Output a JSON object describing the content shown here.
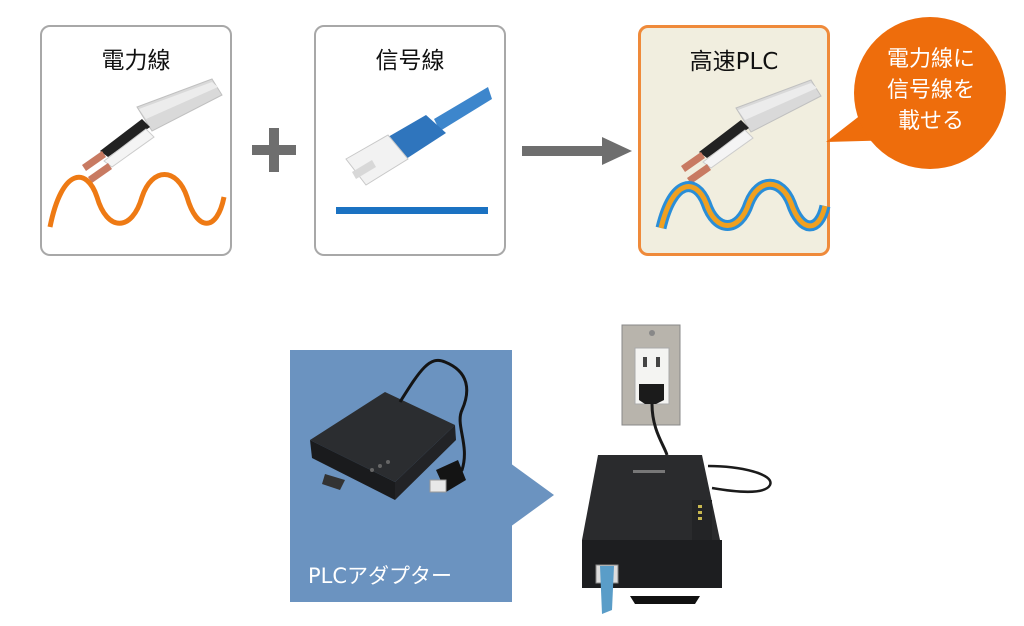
{
  "diagram": {
    "panels": [
      {
        "title": "電力線",
        "image": "power-cable",
        "wave": "sine",
        "wave_color": "#ee7a14"
      },
      {
        "title": "信号線",
        "image": "lan-cable",
        "wave": "flat-line",
        "wave_color": "#1b72c2"
      },
      {
        "title": "高速PLC",
        "image": "power-cable",
        "wave": "sine-dual",
        "wave_color": "#f0a020",
        "wave_outline_color": "#2a8ed8"
      }
    ],
    "operators": {
      "plus": "plus-icon",
      "arrow": "arrow-right-icon"
    },
    "callout": {
      "lines": [
        "電力線に",
        "信号線を",
        "載せる"
      ],
      "color": "#ee6d0c"
    },
    "adapter": {
      "label": "PLCアダプター",
      "box_color": "#6b93c0"
    },
    "colors": {
      "panel_border": "#a8a8a8",
      "highlight_border": "#ef8a3a",
      "highlight_fill": "#f1eedf",
      "operator": "#6e6e6e"
    }
  }
}
